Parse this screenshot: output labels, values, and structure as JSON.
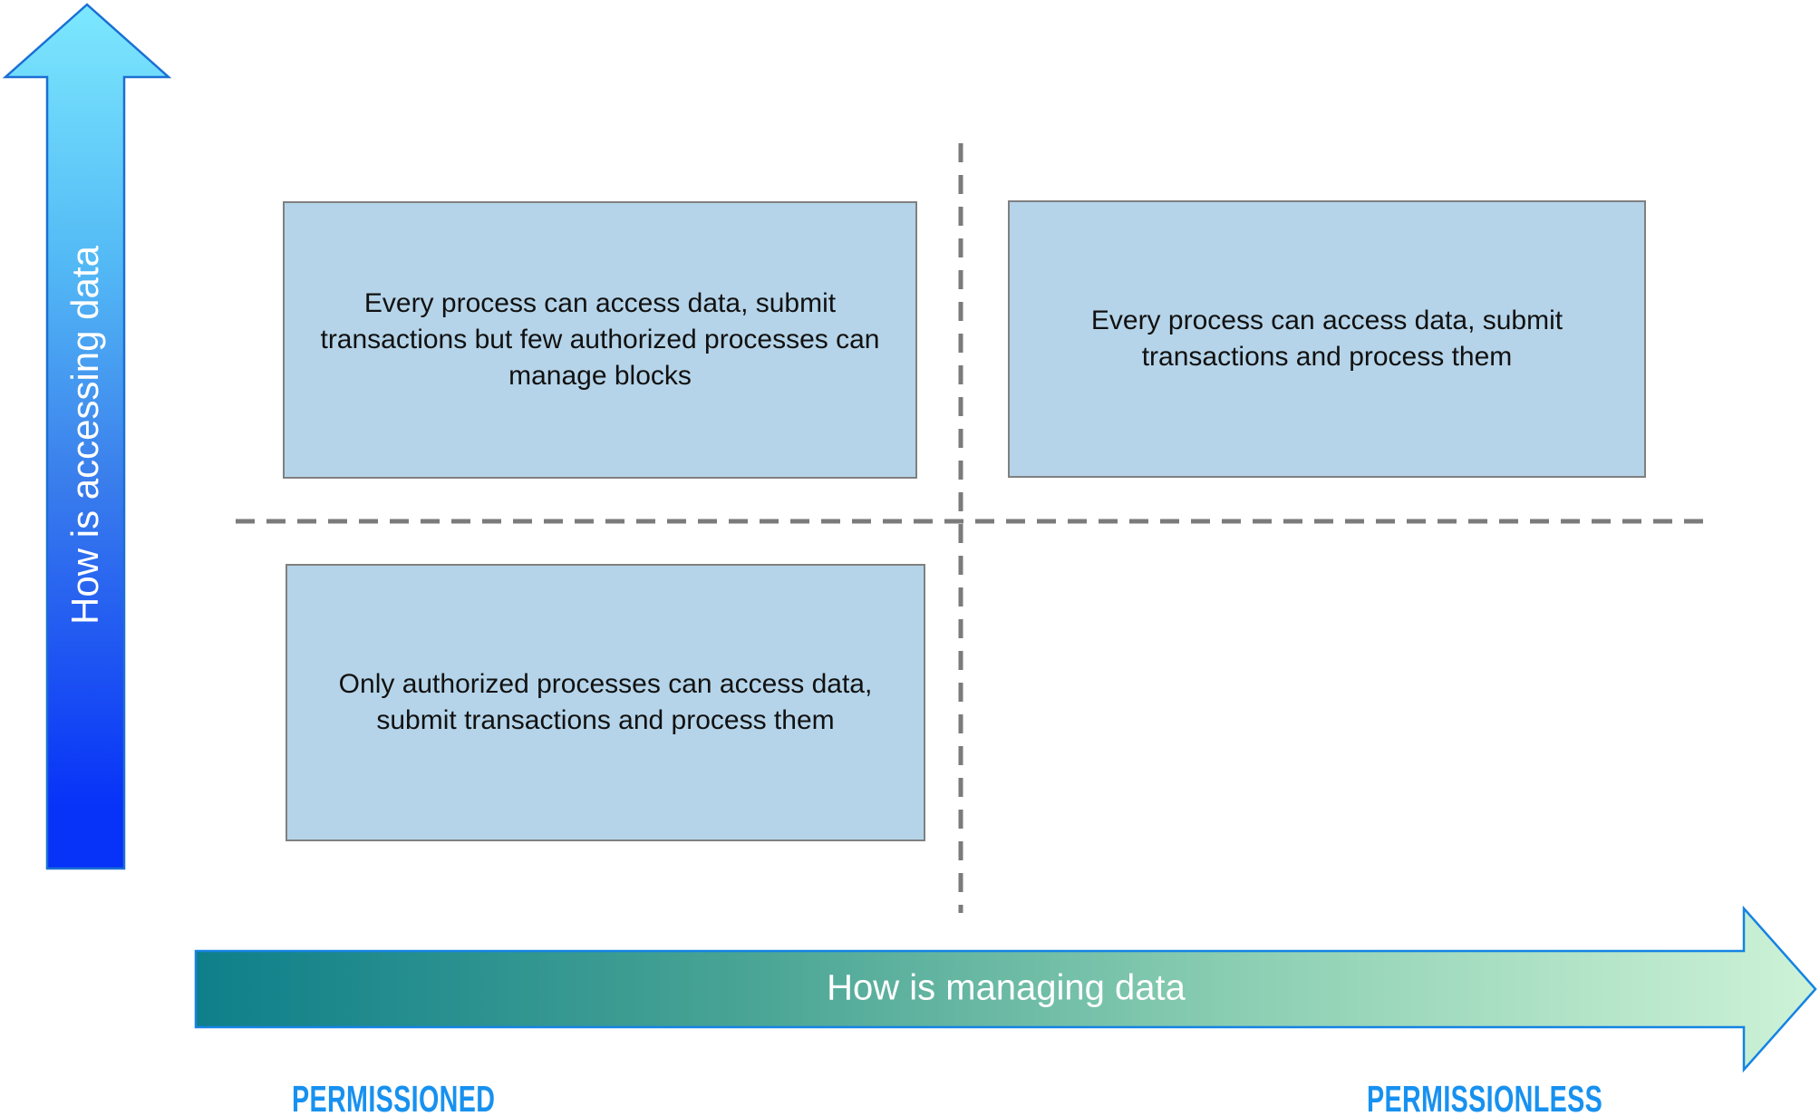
{
  "y_axis": {
    "label": "How is accessing data"
  },
  "x_axis": {
    "label": "How is managing data"
  },
  "quadrants": {
    "top_left": "Every process can access data, submit transactions but few authorized processes can manage blocks",
    "top_right": "Every process can access data, submit transactions and process them",
    "bottom_left": "Only authorized processes can access data, submit transactions and process them"
  },
  "bottom_labels": {
    "left": "PERMISSIONED",
    "right": "PERMISSIONLESS"
  },
  "colors": {
    "background": "#ffffff",
    "box_fill": "#b5d4e9",
    "box_border": "#808080",
    "box_text": "#111111",
    "divider": "#7b7b7b",
    "axis_label_text": "#ffffff",
    "bottom_label_text": "#1791f0",
    "y_arrow_stroke": "#1a6fd4",
    "y_arrow_gradient": [
      "#7de8fe",
      "#53b9f5",
      "#3a7eec",
      "#0732f8"
    ],
    "x_arrow_stroke": "#1483e3",
    "x_arrow_gradient": [
      "#0e7f8a",
      "#47a394",
      "#8ed0b4",
      "#cdf2d7"
    ]
  }
}
